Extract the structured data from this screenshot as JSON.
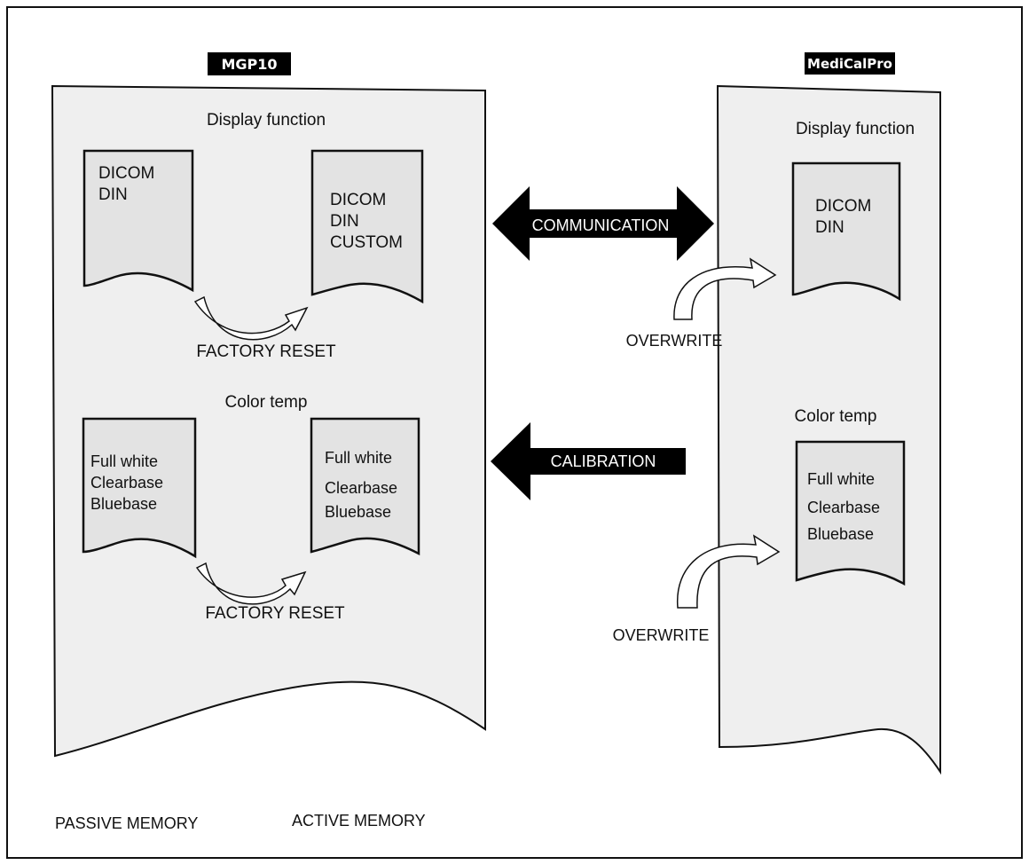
{
  "colors": {
    "panel_fill": "#efefef",
    "doc_fill": "#e3e3e3",
    "stroke": "#111111",
    "banner": "#000000"
  },
  "left_panel": {
    "title": "MGP10",
    "display_section": {
      "heading": "Display function",
      "passive_doc": [
        "DICOM",
        "DIN"
      ],
      "active_doc": [
        "DICOM",
        "DIN",
        "CUSTOM"
      ],
      "reset_label": "FACTORY RESET"
    },
    "color_section": {
      "heading": "Color temp",
      "passive_doc": [
        "Full white",
        "Clearbase",
        "Bluebase"
      ],
      "active_doc": [
        "Full white",
        "Clearbase",
        "Bluebase"
      ],
      "reset_label": "FACTORY RESET"
    }
  },
  "right_panel": {
    "title": "MediCalPro",
    "display_section": {
      "heading": "Display function",
      "doc": [
        "DICOM",
        "DIN"
      ],
      "overwrite_label": "OVERWRITE"
    },
    "color_section": {
      "heading": "Color temp",
      "doc": [
        "Full white",
        "Clearbase",
        "Bluebase"
      ],
      "overwrite_label": "OVERWRITE"
    }
  },
  "arrows": {
    "communication": "COMMUNICATION",
    "calibration": "CALIBRATION"
  },
  "footer": {
    "passive": "PASSIVE MEMORY",
    "active": "ACTIVE MEMORY"
  }
}
